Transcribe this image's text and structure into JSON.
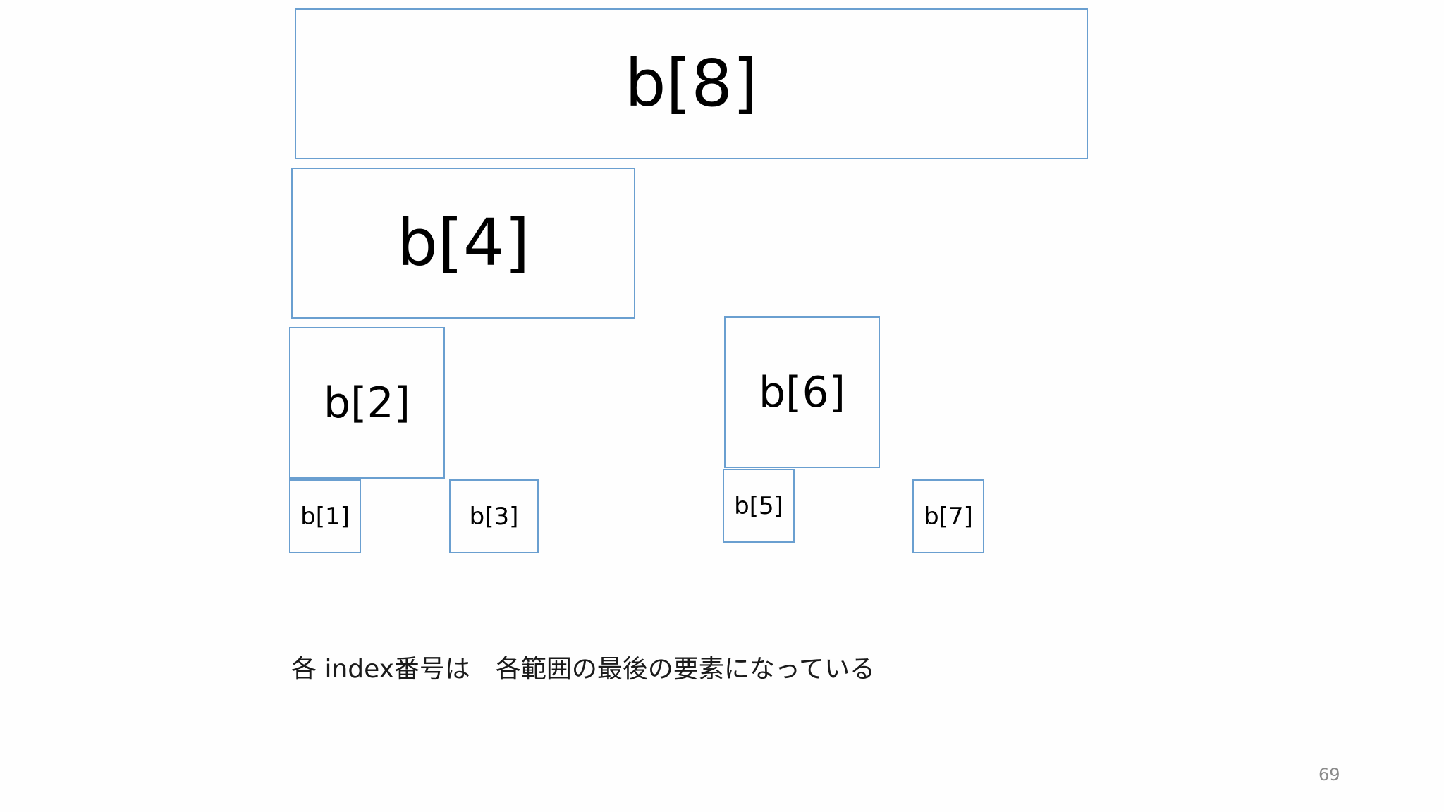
{
  "diagram": {
    "nodes": [
      {
        "id": "b8",
        "label": "b[8]"
      },
      {
        "id": "b4",
        "label": "b[4]"
      },
      {
        "id": "b2",
        "label": "b[2]"
      },
      {
        "id": "b6",
        "label": "b[6]"
      },
      {
        "id": "b1",
        "label": "b[1]"
      },
      {
        "id": "b3",
        "label": "b[3]"
      },
      {
        "id": "b5",
        "label": "b[5]"
      },
      {
        "id": "b7",
        "label": "b[7]"
      }
    ],
    "box_border_color": "#6a9fd0"
  },
  "caption": "各 index番号は　各範囲の最後の要素になっている",
  "page_number": "69"
}
